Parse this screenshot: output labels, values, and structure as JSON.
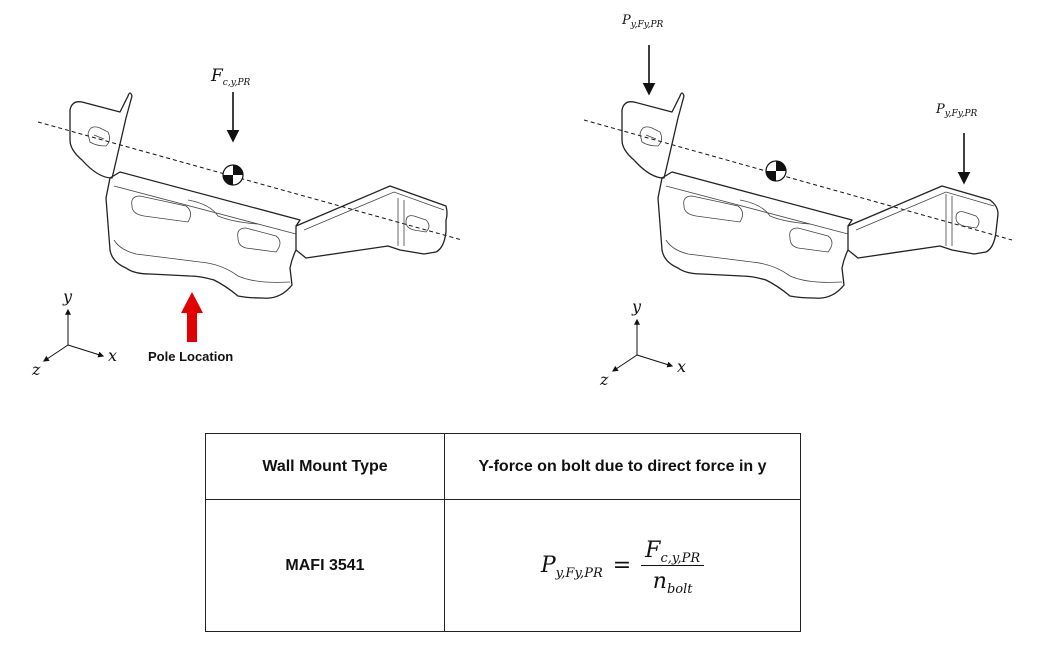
{
  "left_view": {
    "force_label": {
      "main": "F",
      "sub": "c,y,PR"
    },
    "pole_label": "Pole Location",
    "pole_arrow_color": "#e30000",
    "axes": {
      "y": "y",
      "x": "x",
      "z": "z"
    }
  },
  "right_view": {
    "load_label_top": {
      "main": "P",
      "sub": "y,Fy,PR"
    },
    "load_label_right": {
      "main": "P",
      "sub": "y,Fy,PR"
    },
    "axes": {
      "y": "y",
      "x": "x",
      "z": "z"
    }
  },
  "table": {
    "headers": [
      "Wall Mount Type",
      "Y-force on bolt due to direct force in y"
    ],
    "row": {
      "type": "MAFI 3541",
      "formula": {
        "lhs_main": "P",
        "lhs_sub": "y,Fy,PR",
        "equals": "=",
        "num_main": "F",
        "num_sub": "c,y,PR",
        "den_main": "n",
        "den_sub": "bolt"
      }
    }
  }
}
